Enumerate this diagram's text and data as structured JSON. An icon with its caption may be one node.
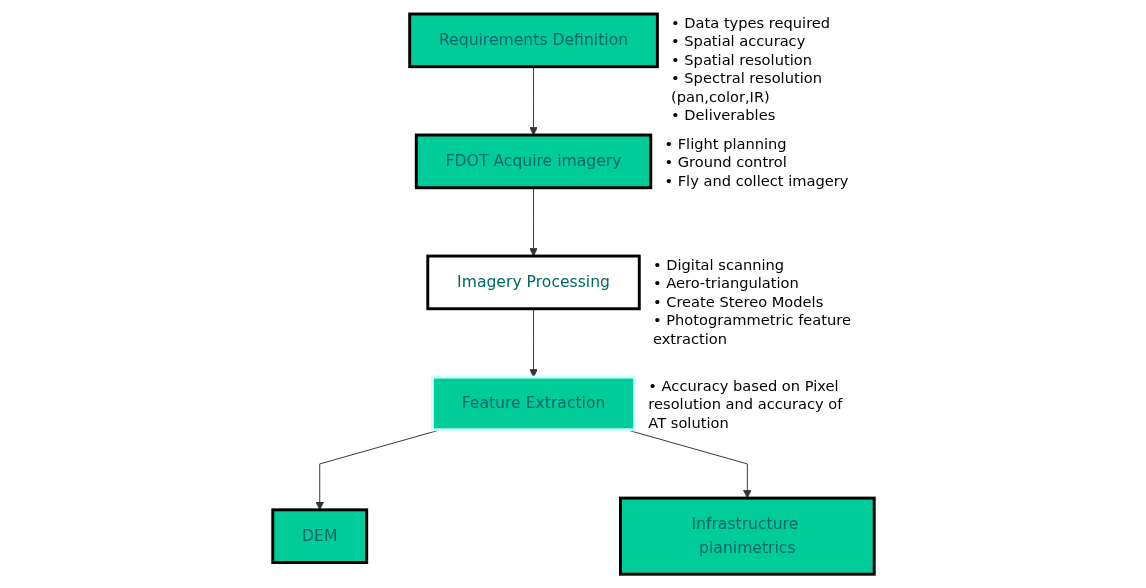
{
  "diagram": {
    "nodes": [
      {
        "text": [
          "Requirements Definition"
        ],
        "beside": [
          "• Data types required",
          "• Spatial accuracy",
          "• Spatial resolution",
          "• Spectral resolution (pan,color,IR)",
          "• Deliverables"
        ]
      },
      {
        "text": [
          "FDOT Acquire imagery"
        ],
        "beside": [
          "• Flight planning",
          "• Ground control",
          "• Fly and collect imagery"
        ]
      },
      {
        "text": [
          "Imagery Processing"
        ],
        "beside": [
          "• Digital scanning",
          "• Aero-triangulation",
          "• Create Stereo Models",
          "• Photogrammetric feature extraction"
        ]
      },
      {
        "text": [
          "Feature Extraction"
        ],
        "beside": [
          "• Accuracy based on Pixel resolution and accuracy of AT solution"
        ]
      },
      {
        "text": [
          "DEM"
        ]
      },
      {
        "text": [
          "Infrastructure planimetrics"
        ]
      }
    ],
    "edges": [
      {
        "from": 0,
        "to": 1,
        "arrow": "to"
      },
      {
        "from": 1,
        "to": 2,
        "arrow": "to"
      },
      {
        "from": 2,
        "to": 3,
        "arrow": "to"
      },
      {
        "from": 3,
        "to": 4,
        "arrow": "to"
      },
      {
        "from": 3,
        "to": 5,
        "arrow": "to"
      }
    ]
  }
}
